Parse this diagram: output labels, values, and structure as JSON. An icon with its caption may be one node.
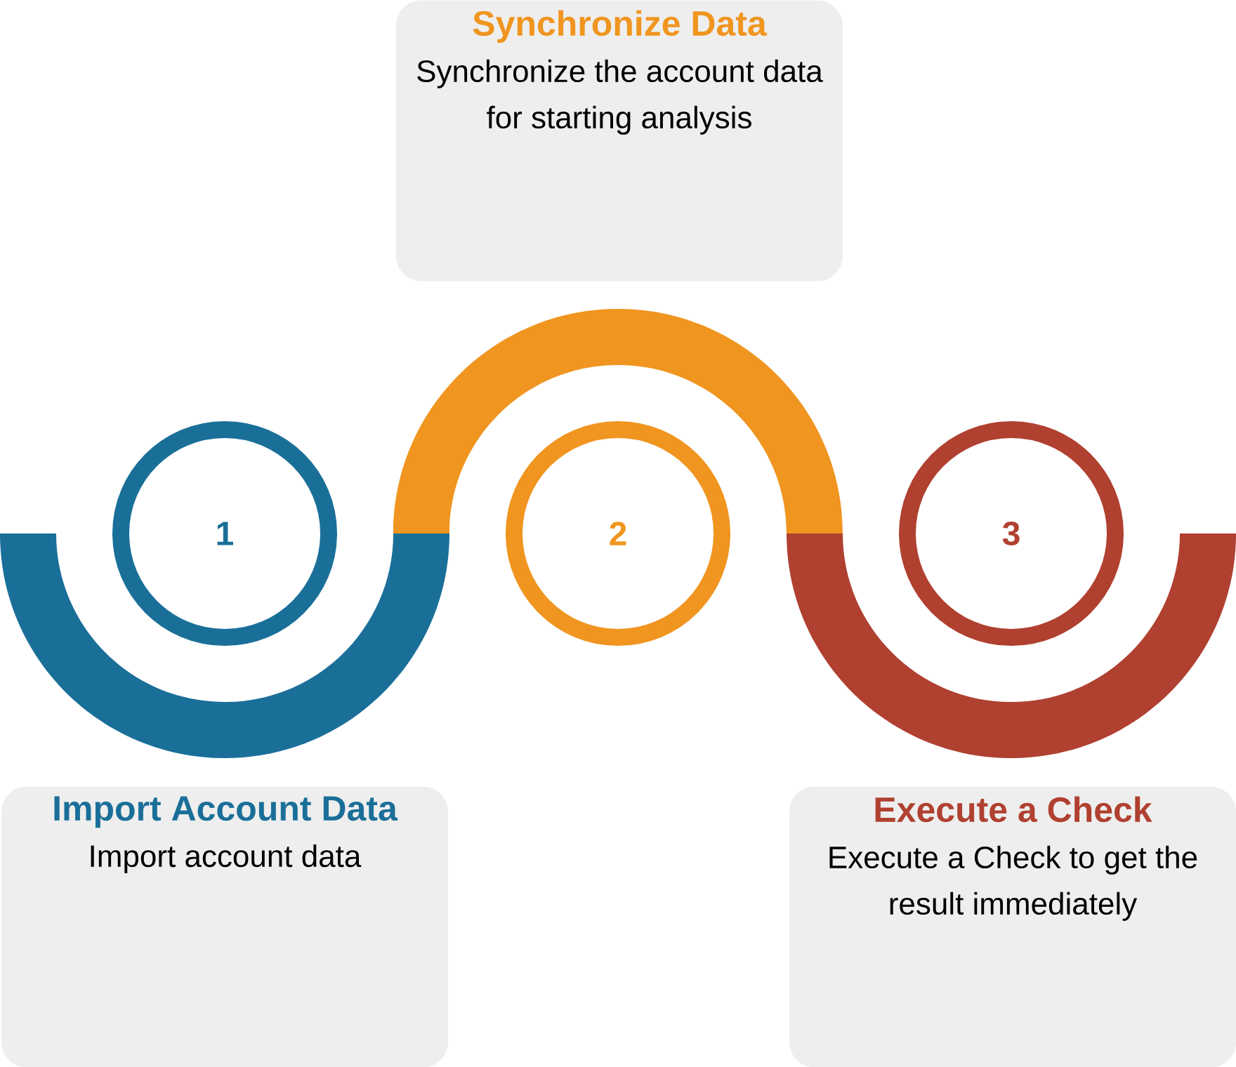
{
  "diagram": {
    "nodes": [
      {
        "text": [
          "Synchronize Data",
          "Synchronize the account data for starting analysis"
        ]
      },
      {
        "text": [
          "1"
        ]
      },
      {
        "text": [
          "2"
        ]
      },
      {
        "text": [
          "3"
        ]
      },
      {
        "text": [
          "Import Account Data",
          "Import account data"
        ]
      },
      {
        "text": [
          "Execute a Check",
          "Execute a Check to get the result immediately"
        ]
      }
    ]
  }
}
